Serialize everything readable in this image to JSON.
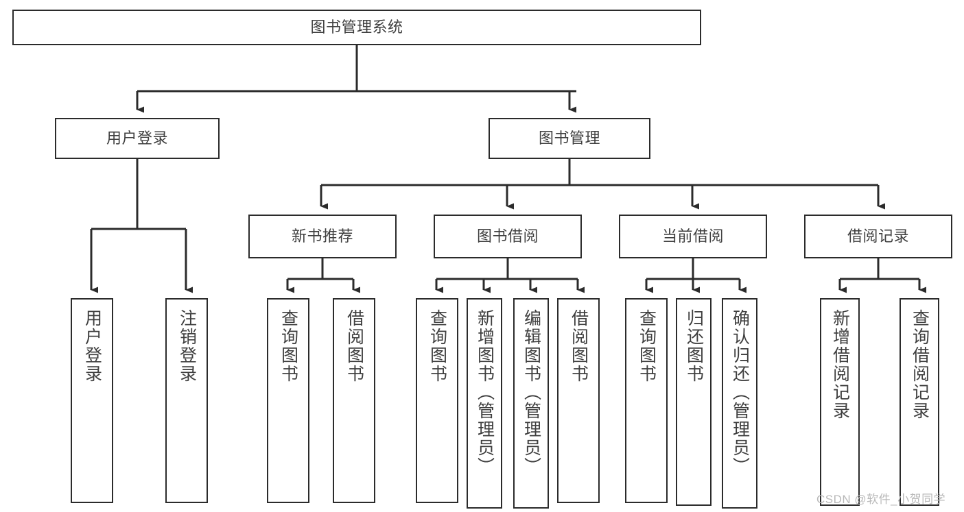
{
  "diagram": {
    "type": "tree",
    "title": "图书管理系统",
    "orientation": "top-down",
    "colors": {
      "box_border": "#2b2b2b",
      "box_fill": "#ffffff",
      "text": "#3f3f3f",
      "edge": "#2b2b2b",
      "watermark": "#b9b9b9",
      "background": "#ffffff"
    },
    "nodes": {
      "root": {
        "label": "图书管理系统"
      },
      "level1": [
        {
          "label": "用户登录"
        },
        {
          "label": "图书管理"
        }
      ],
      "level2": [
        {
          "label": "新书推荐"
        },
        {
          "label": "图书借阅"
        },
        {
          "label": "当前借阅"
        },
        {
          "label": "借阅记录"
        }
      ],
      "leaves": {
        "user_login": [
          {
            "label": "用户登录"
          },
          {
            "label": "注销登录"
          }
        ],
        "new_book_recommend": [
          {
            "label": "查询图书"
          },
          {
            "label": "借阅图书"
          }
        ],
        "book_borrow": [
          {
            "label": "查询图书"
          },
          {
            "label": "新增图书（管理员）"
          },
          {
            "label": "编辑图书（管理员）"
          },
          {
            "label": "借阅图书"
          }
        ],
        "current_borrow": [
          {
            "label": "查询图书"
          },
          {
            "label": "归还图书"
          },
          {
            "label": "确认归还（管理员）"
          }
        ],
        "borrow_record": [
          {
            "label": "新增借阅记录"
          },
          {
            "label": "查询借阅记录"
          }
        ]
      }
    }
  },
  "watermark": {
    "text": "CSDN @软件_小贺同学"
  }
}
